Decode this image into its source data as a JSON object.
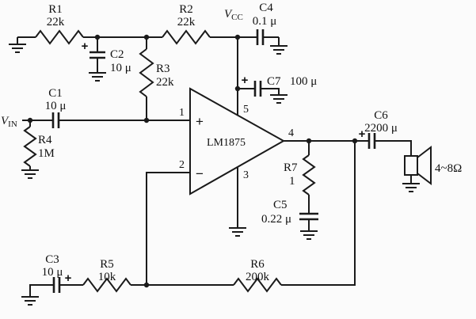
{
  "figure": {
    "type": "circuit-schematic"
  },
  "colors": {
    "line": "#1a1a1a",
    "background": "#fbfbfb",
    "text": "#111111"
  },
  "power": {
    "vcc": {
      "base": "V",
      "sub": "CC"
    }
  },
  "input": {
    "vin": {
      "base": "V",
      "sub": "IN"
    }
  },
  "opamp": {
    "part": "LM1875",
    "plus": "+",
    "minus": "−",
    "pins": {
      "p1": "1",
      "p2": "2",
      "p3": "3",
      "p4": "4",
      "p5": "5"
    }
  },
  "resistors": {
    "r1": {
      "ref": "R1",
      "value": "22k"
    },
    "r2": {
      "ref": "R2",
      "value": "22k"
    },
    "r3": {
      "ref": "R3",
      "value": "22k"
    },
    "r4": {
      "ref": "R4",
      "value": "1M"
    },
    "r5": {
      "ref": "R5",
      "value": "10k"
    },
    "r6": {
      "ref": "R6",
      "value": "200k"
    },
    "r7": {
      "ref": "R7",
      "value": "1"
    }
  },
  "capacitors": {
    "c1": {
      "ref": "C1",
      "value": "10 μ"
    },
    "c2": {
      "ref": "C2",
      "value": "10 μ",
      "polarity": "+"
    },
    "c3": {
      "ref": "C3",
      "value": "10 μ",
      "polarity": "+"
    },
    "c4": {
      "ref": "C4",
      "value": "0.1 μ"
    },
    "c5": {
      "ref": "C5",
      "value": "0.22 μ"
    },
    "c6": {
      "ref": "C6",
      "value": "2200 μ",
      "polarity": "+"
    },
    "c7": {
      "ref": "C7",
      "value": "100 μ",
      "polarity": "+"
    }
  },
  "speaker": {
    "impedance": "4~8Ω"
  }
}
